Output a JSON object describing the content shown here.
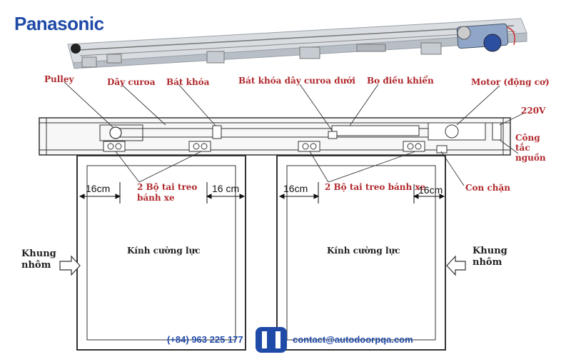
{
  "brand": {
    "name": "Panasonic",
    "color": "#1f4aa8"
  },
  "labels": {
    "pulley": "Pulley",
    "belt": "Dây curoa",
    "lock_bracket": "Bát khóa",
    "lower_belt_lock": "Bát khóa dây curoa dưới",
    "controller": "Bo điều khiển",
    "motor": "Motor (động cơ)",
    "voltage": "220V",
    "power_switch": [
      "Công",
      "tắc",
      "nguồn"
    ],
    "stopper": "Con chặn",
    "hanger_left": [
      "2 Bộ tai treo",
      "bánh xe"
    ],
    "hanger_right": "2 Bộ tai treo bánh xe",
    "glass_left": "Kính cường lực",
    "glass_right": "Kính cường lực",
    "frame_left": [
      "Khung",
      "nhôm"
    ],
    "frame_right": [
      "Khung",
      "nhôm"
    ]
  },
  "dimensions": {
    "d1": "16cm",
    "d2": "16 cm",
    "d3": "16cm",
    "d4": "16cm"
  },
  "contact": {
    "phone": "(+84) 963 225 177",
    "email": "contact@autodoorpqa.com"
  },
  "colors": {
    "label_red": "#b0282c",
    "contact_blue": "#1f4aa8",
    "line": "#333333"
  }
}
